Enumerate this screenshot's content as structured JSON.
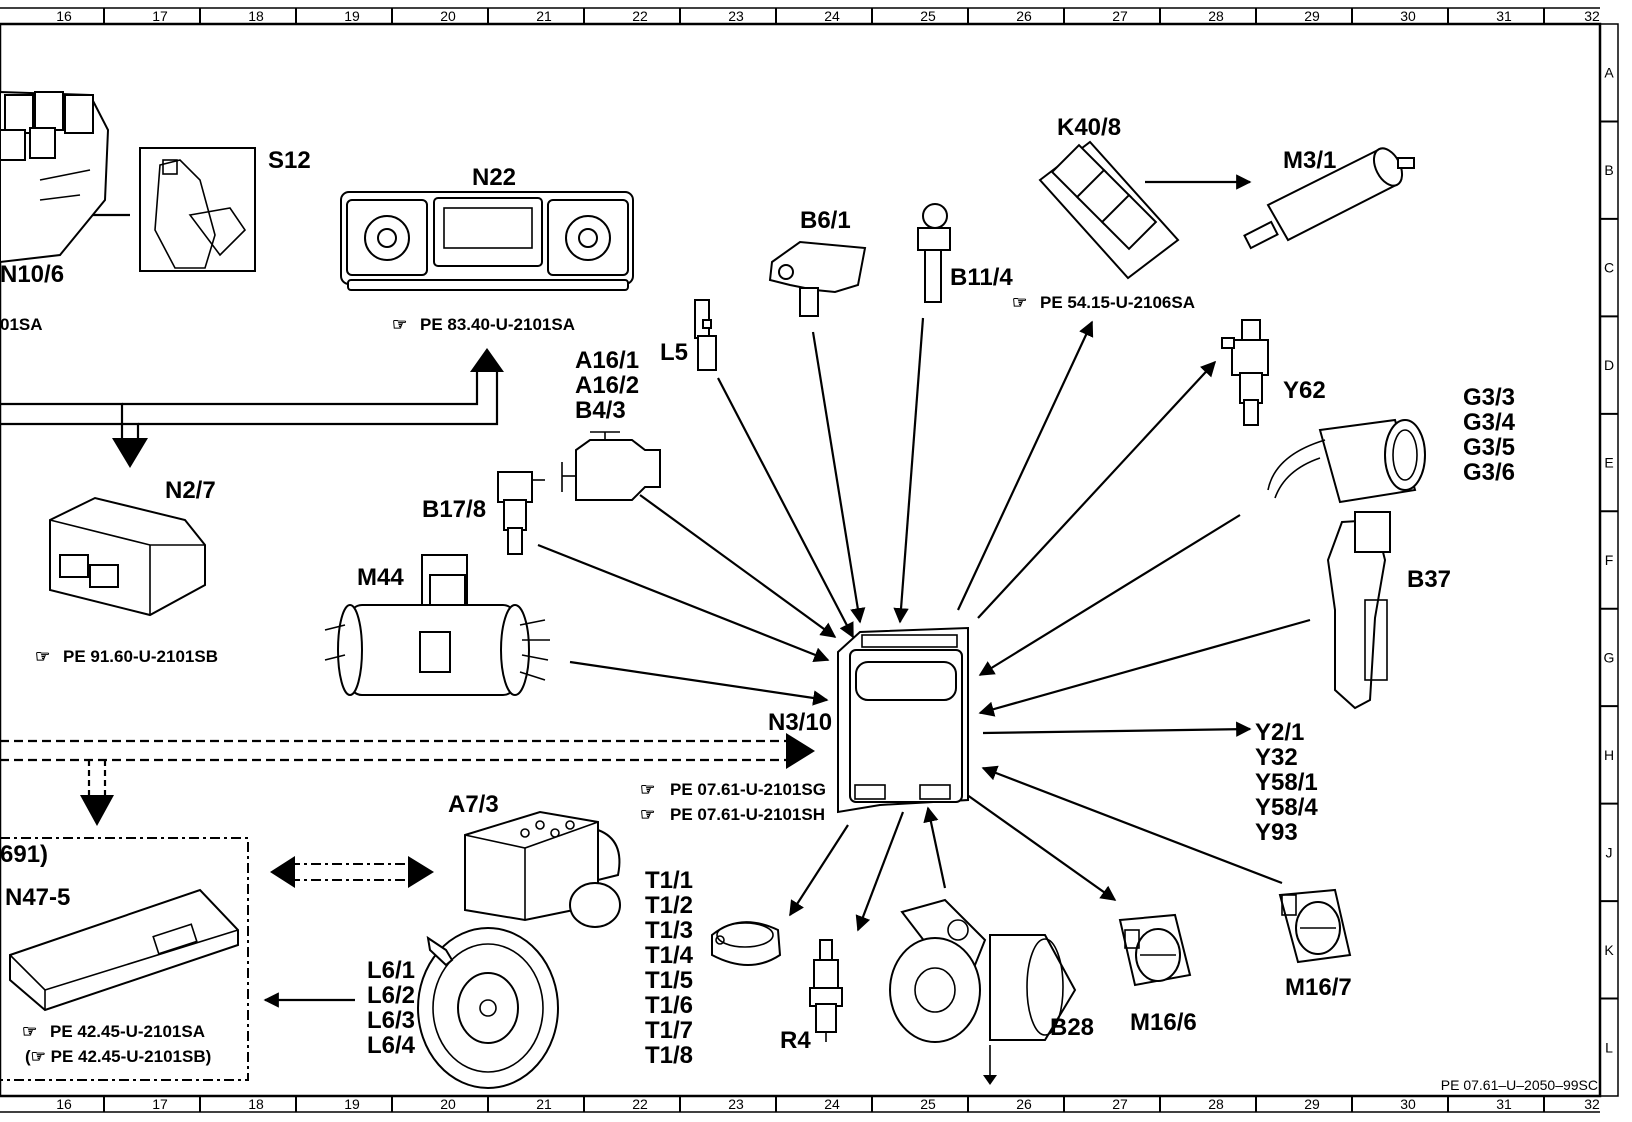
{
  "col_numbers": [
    "16",
    "17",
    "18",
    "19",
    "20",
    "21",
    "22",
    "23",
    "24",
    "25",
    "26",
    "27",
    "28",
    "29",
    "30",
    "31",
    "32"
  ],
  "row_letters": [
    "A",
    "B",
    "C",
    "D",
    "E",
    "F",
    "G",
    "H",
    "J",
    "K",
    "L"
  ],
  "footer_code": "PE 07.61–U–2050–99SC",
  "labels": {
    "S12": "S12",
    "N10_6": "N10/6",
    "N10_6_ref": "01SA",
    "N22": "N22",
    "N22_ref": "PE 83.40-U-2101SA",
    "B6_1": "B6/1",
    "B11_4": "B11/4",
    "K40_8": "K40/8",
    "K40_8_ref": "PE 54.15-U-2106SA",
    "M3_1": "M3/1",
    "L5": "L5",
    "A16_1": "A16/1",
    "A16_2": "A16/2",
    "B4_3": "B4/3",
    "Y62": "Y62",
    "G3_3": "G3/3",
    "G3_4": "G3/4",
    "G3_5": "G3/5",
    "G3_6": "G3/6",
    "N2_7": "N2/7",
    "N2_7_ref": "PE 91.60-U-2101SB",
    "B17_8": "B17/8",
    "M44": "M44",
    "B37": "B37",
    "N3_10": "N3/10",
    "N3_10_ref1": "PE 07.61-U-2101SG",
    "N3_10_ref2": "PE 07.61-U-2101SH",
    "Y2_1": "Y2/1",
    "Y32": "Y32",
    "Y58_1": "Y58/1",
    "Y58_4": "Y58/4",
    "Y93": "Y93",
    "c691": "691)",
    "N47_5": "N47-5",
    "N47_5_ref1": "PE 42.45-U-2101SA",
    "N47_5_ref2": "(☞ PE 42.45-U-2101SB)",
    "A7_3": "A7/3",
    "L6_1": "L6/1",
    "L6_2": "L6/2",
    "L6_3": "L6/3",
    "L6_4": "L6/4",
    "T1_1": "T1/1",
    "T1_2": "T1/2",
    "T1_3": "T1/3",
    "T1_4": "T1/4",
    "T1_5": "T1/5",
    "T1_6": "T1/6",
    "T1_7": "T1/7",
    "T1_8": "T1/8",
    "R4": "R4",
    "B28": "B28",
    "M16_6": "M16/6",
    "M16_7": "M16/7"
  }
}
